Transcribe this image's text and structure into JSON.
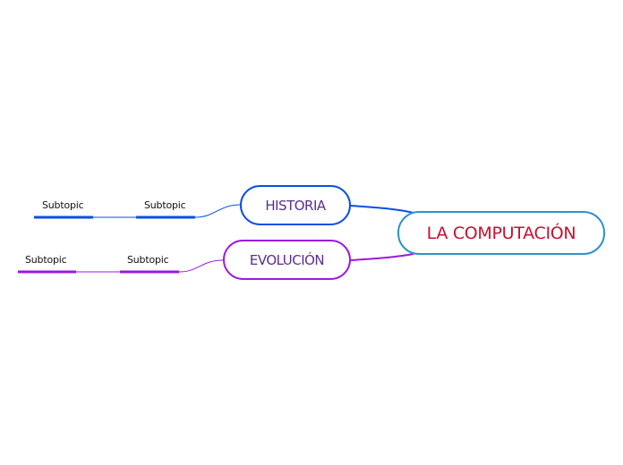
{
  "central_topic": {
    "label": "LA COMPUTACIÓN",
    "border_color": "#2e93c9",
    "text_color": "#c8102e"
  },
  "main_topics": [
    {
      "label": "HISTORIA",
      "border_color": "#0b4fe3",
      "text_color": "#5b2d90",
      "subtopics": [
        {
          "label": "Subtopic"
        },
        {
          "label": "Subtopic"
        }
      ]
    },
    {
      "label": "EVOLUCIÓN",
      "border_color": "#9b19e0",
      "text_color": "#5b2d90",
      "subtopics": [
        {
          "label": "Subtopic"
        },
        {
          "label": "Subtopic"
        }
      ]
    }
  ]
}
